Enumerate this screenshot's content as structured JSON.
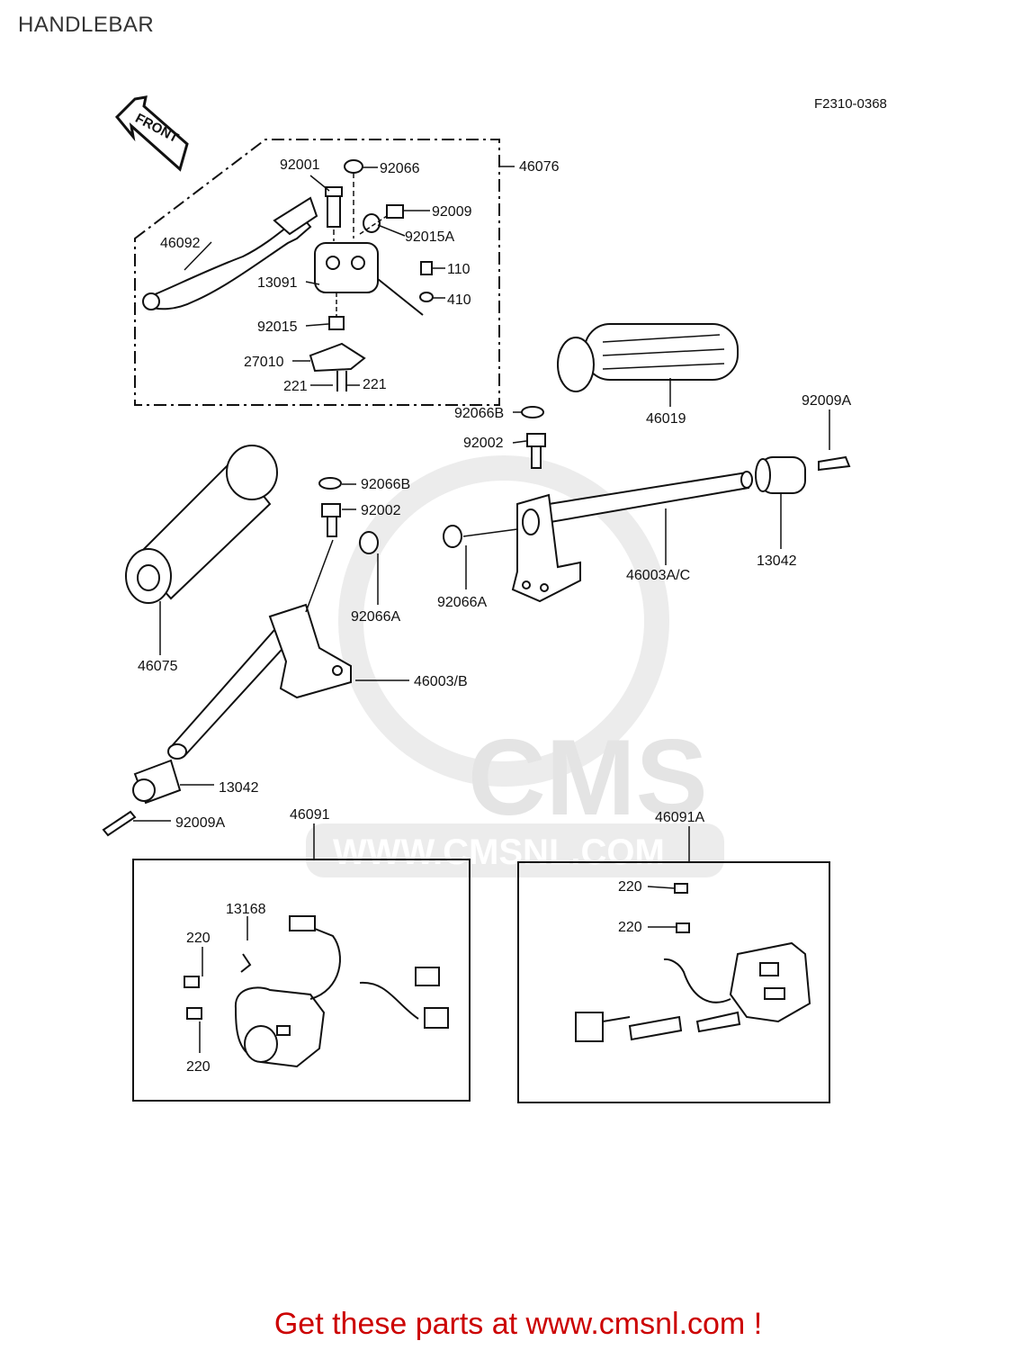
{
  "page": {
    "title": "HANDLEBAR"
  },
  "diagram": {
    "code": "F2310-0368",
    "front_arrow": "FRONT",
    "watermark": {
      "logo": "CMS",
      "url": "WWW.CMSNL.COM"
    },
    "parts": {
      "p92001": "92001",
      "p92066": "92066",
      "p46076": "46076",
      "p92009": "92009",
      "p92015A": "92015A",
      "p46092": "46092",
      "p110": "110",
      "p13091": "13091",
      "p410": "410",
      "p92015": "92015",
      "p27010": "27010",
      "p221a": "221",
      "p221b": "221",
      "p46019": "46019",
      "p92066B_top": "92066B",
      "p92009A_right": "92009A",
      "p92002_top": "92002",
      "p92066B_mid": "92066B",
      "p92002_mid": "92002",
      "p92066A_right": "92066A",
      "p46003AC": "46003A/C",
      "p13042_right": "13042",
      "p92066A_left": "92066A",
      "p46075": "46075",
      "p46003B": "46003/B",
      "p13042_left": "13042",
      "p92009A_left": "92009A",
      "p46091": "46091",
      "p46091A": "46091A",
      "p13168": "13168",
      "p220_l1": "220",
      "p220_l2": "220",
      "p220_r1": "220",
      "p220_r2": "220"
    }
  },
  "footer": {
    "text": "Get these parts at www.cmsnl.com !"
  }
}
